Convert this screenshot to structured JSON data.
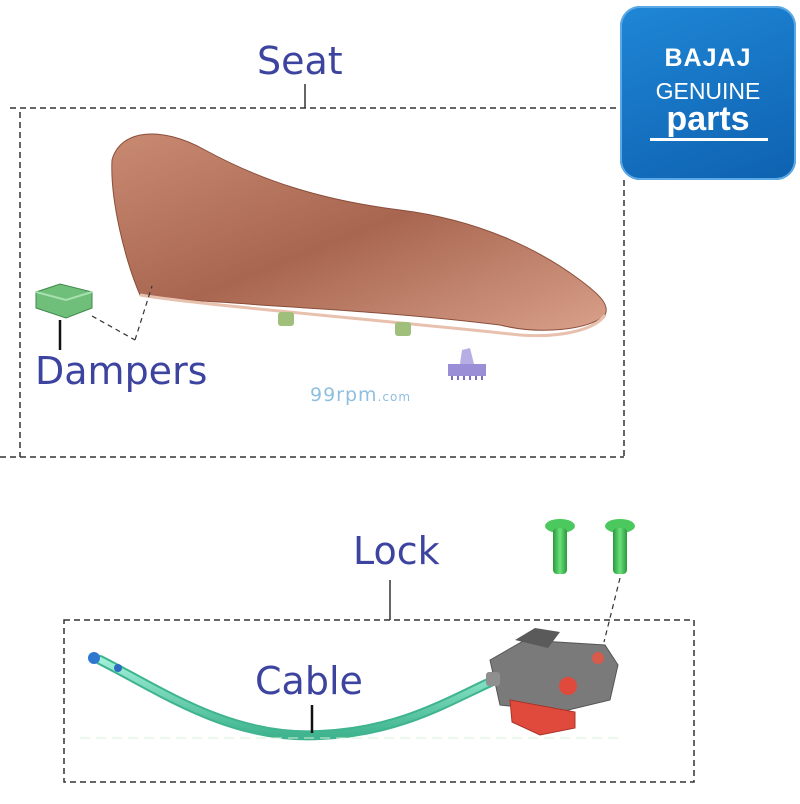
{
  "labels": {
    "seat": "Seat",
    "dampers": "Dampers",
    "lock": "Lock",
    "cable": "Cable"
  },
  "logo": {
    "brand": "BAJAJ",
    "line1": "GENUINE",
    "line2": "parts"
  },
  "watermark": {
    "main": "99rpm",
    "suffix": ".com"
  },
  "colors": {
    "label": "#3d44a0",
    "logo_blue": "#1077c9",
    "seat": "#b8775f",
    "damper": "#6fbf7a",
    "cable": "#6fd3b6",
    "bolt": "#36b34a",
    "lock_body": "#7a7a7a",
    "lock_red": "#e04a3c",
    "clip": "#9a8fd6"
  }
}
